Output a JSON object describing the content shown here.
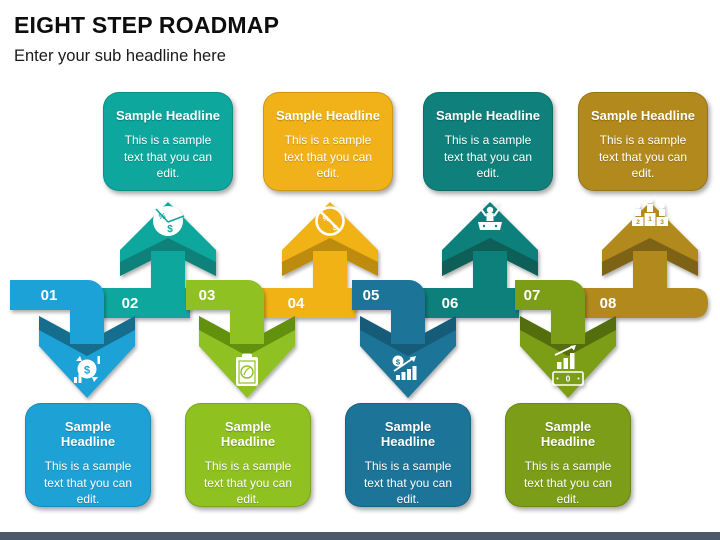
{
  "slide": {
    "title": "EIGHT STEP ROADMAP",
    "subtitle": "Enter your sub headline here"
  },
  "card_template": {
    "headline": "Sample Headline",
    "body": "This is a sample text that you can edit."
  },
  "glyphs": {
    "dollar": "$",
    "percent": "%",
    "zero": "0",
    "one": "1",
    "two": "2",
    "three": "3"
  },
  "steps": [
    {
      "number": "01",
      "position": "bottom",
      "icon": "money-circulation-icon",
      "color": "#1EA2D6",
      "dark_color": "#156E8E"
    },
    {
      "number": "02",
      "position": "top",
      "icon": "finance-pie-icon",
      "color": "#0DA79E",
      "dark_color": "#0A817A"
    },
    {
      "number": "03",
      "position": "bottom",
      "icon": "clipboard-icon",
      "color": "#8FC121",
      "dark_color": "#629110"
    },
    {
      "number": "04",
      "position": "top",
      "icon": "no-cash-icon",
      "color": "#F1B219",
      "dark_color": "#BD8B0C"
    },
    {
      "number": "05",
      "position": "bottom",
      "icon": "dollar-growth-icon",
      "color": "#1C7499",
      "dark_color": "#135C79"
    },
    {
      "number": "06",
      "position": "top",
      "icon": "winner-podium-icon",
      "color": "#0F807B",
      "dark_color": "#0A5E59"
    },
    {
      "number": "07",
      "position": "bottom",
      "icon": "revenue-bars-icon",
      "color": "#7C9D17",
      "dark_color": "#556E10"
    },
    {
      "number": "08",
      "position": "top",
      "icon": "team-podium-icon",
      "color": "#B2891C",
      "dark_color": "#7E6212"
    }
  ],
  "footer": {
    "bar_color": "#4C596B"
  }
}
